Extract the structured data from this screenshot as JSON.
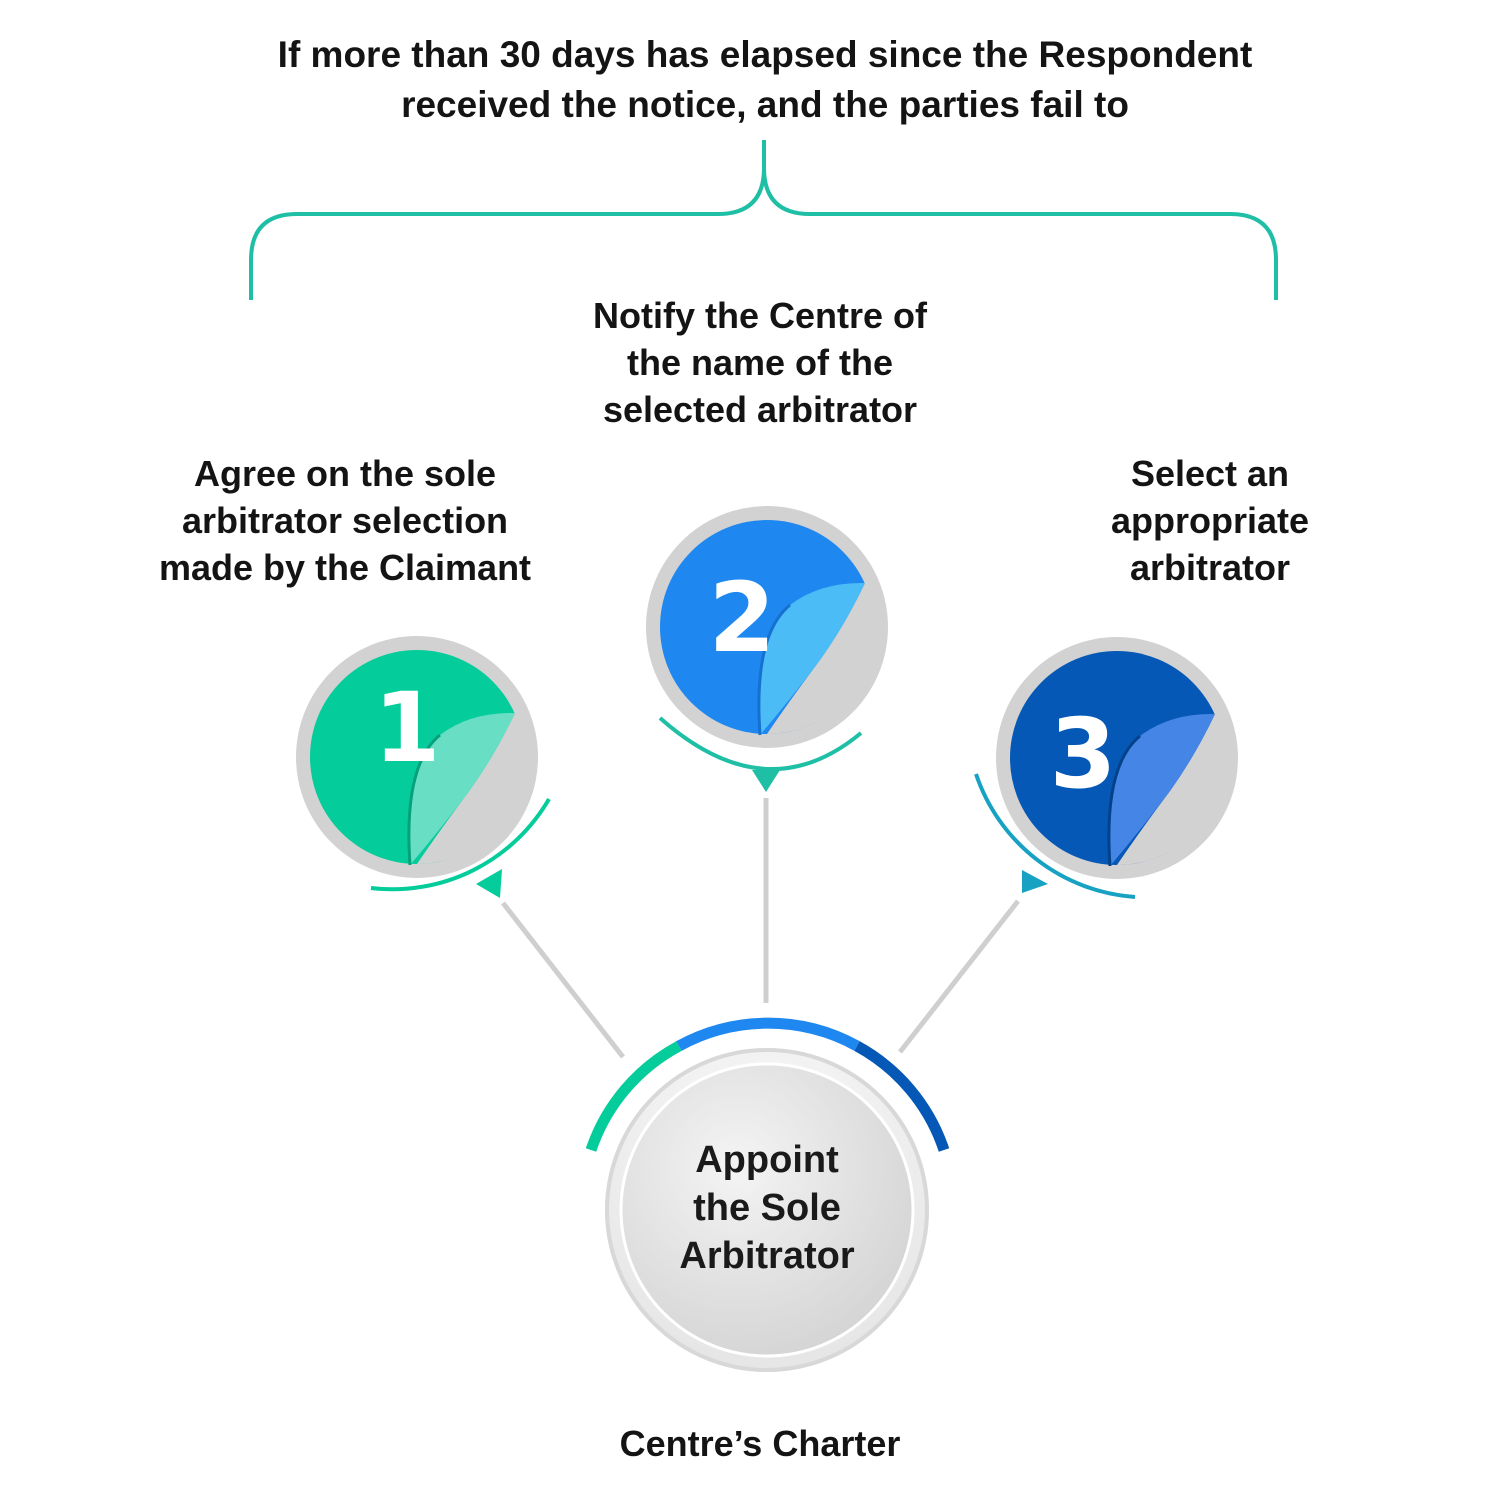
{
  "heading": "If more than 30 days has elapsed since the Respondent\nreceived the notice, and the parties fail to",
  "steps": [
    {
      "number": "1",
      "text": "Agree on the sole\narbitrator selection\nmade by the Claimant"
    },
    {
      "number": "2",
      "text": "Notify the Centre of\nthe name of the\nselected arbitrator"
    },
    {
      "number": "3",
      "text": "Select an\nappropriate\narbitrator"
    }
  ],
  "center": {
    "text": "Appoint\nthe Sole\nArbitrator"
  },
  "footer": "Centre’s Charter",
  "colors": {
    "teal": "#1fbfa6",
    "step1": "#05cc9b",
    "step1_light": "#68dfc4",
    "step2": "#1f87f0",
    "step2_light": "#4bbcf5",
    "step3": "#0558b5",
    "step3_light": "#4485e6",
    "step3_accent": "#17a2c4",
    "ring_grey": "#d2d2d2",
    "connector_grey": "#cfcfcf"
  }
}
